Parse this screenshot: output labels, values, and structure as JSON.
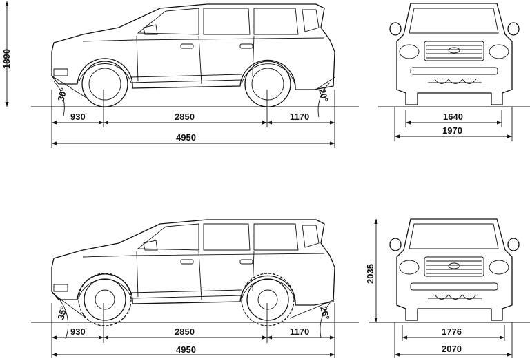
{
  "top_view": {
    "height": "1890",
    "front_overhang": "930",
    "wheelbase": "2850",
    "rear_overhang": "1170",
    "length": "4950",
    "approach_angle": "30°",
    "departure_angle": "20°",
    "track": "1640",
    "width": "1970"
  },
  "bottom_view": {
    "height": "2035",
    "front_overhang": "930",
    "wheelbase": "2850",
    "rear_overhang": "1170",
    "length": "4950",
    "approach_angle": "35°",
    "departure_angle": "26°",
    "track": "1776",
    "width": "2070"
  },
  "colors": {
    "line": "#111111",
    "background": "#ffffff"
  }
}
